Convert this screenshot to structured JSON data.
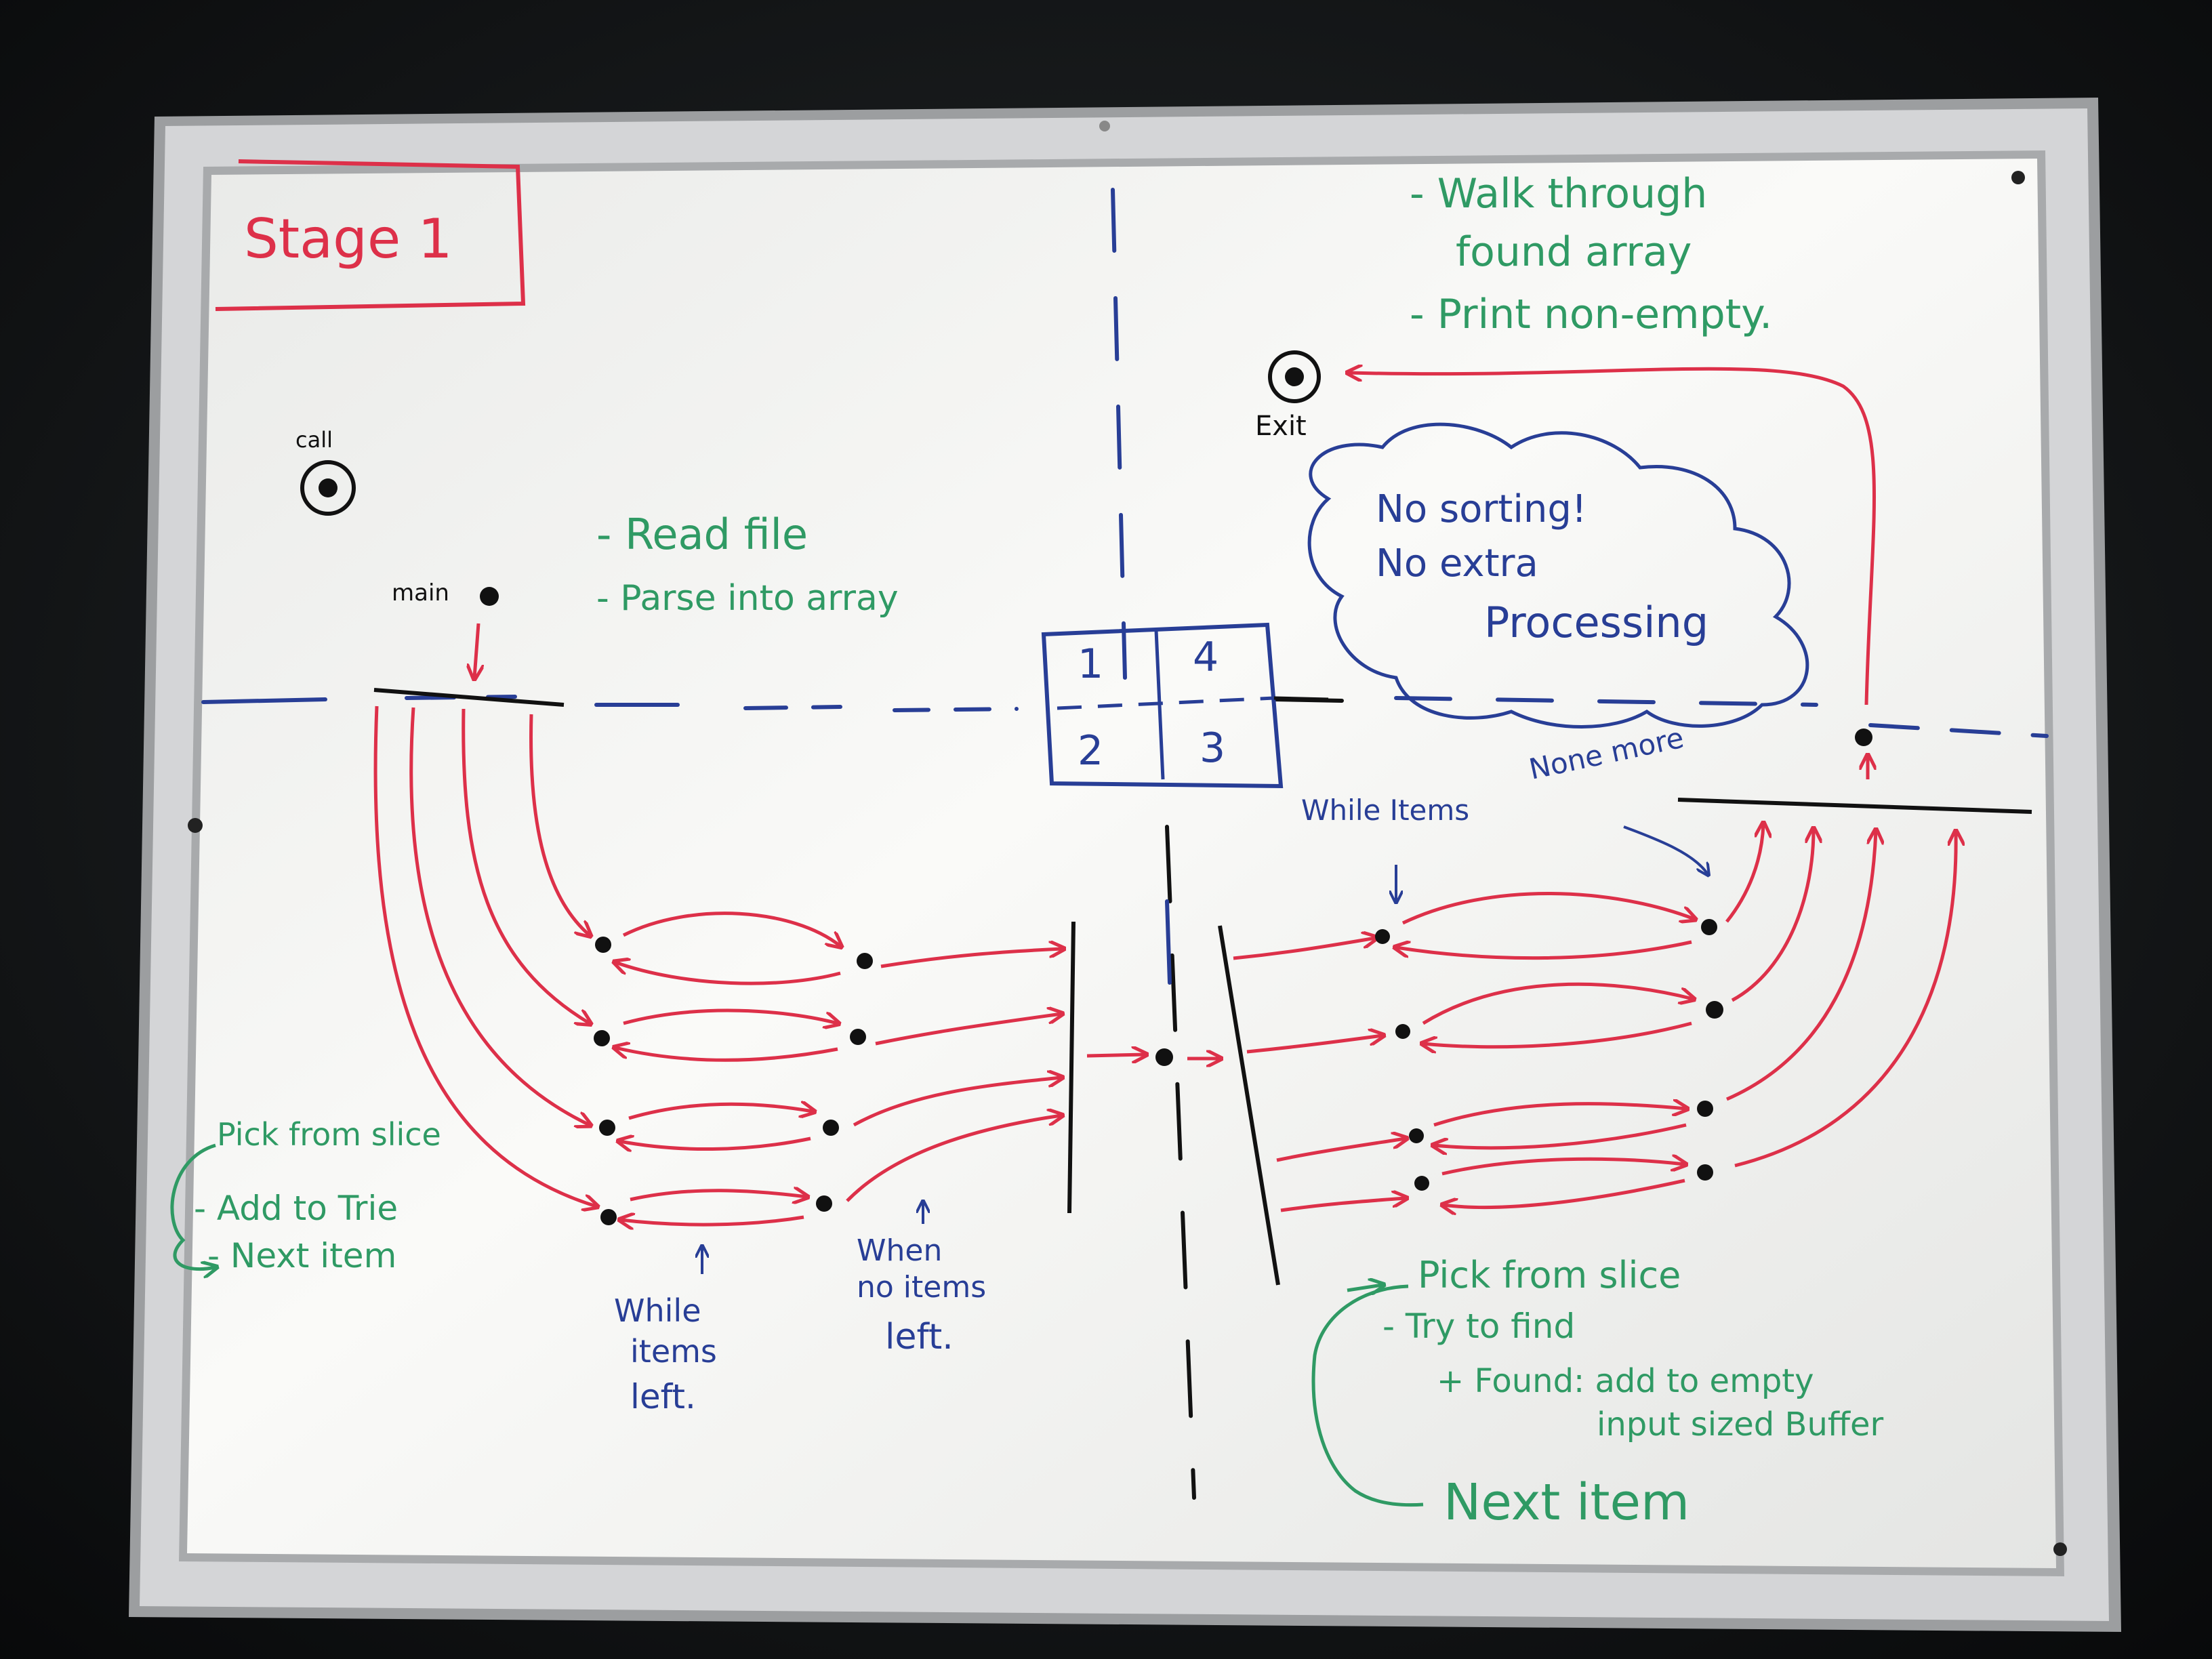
{
  "colors": {
    "ink_red": "#dd3049",
    "ink_green": "#2f9a64",
    "ink_blue": "#283e96",
    "ink_black": "#111111",
    "frame": "#c9cacc",
    "board": "#f3f3f1"
  },
  "title": "Stage 1",
  "labels": {
    "call": "call",
    "main": "main",
    "exit": "Exit",
    "none_more": "None more",
    "while_items_top": "While Items"
  },
  "quadrant_box": [
    "1",
    "4",
    "2",
    "3"
  ],
  "notes": {
    "top_right": [
      "- Walk through",
      "found array",
      "- Print non-empty."
    ],
    "read": [
      "- Read file",
      "- Parse into array"
    ],
    "cloud": [
      "No sorting!",
      "No extra",
      "Processing"
    ],
    "left_loop": [
      "Pick from slice",
      "- Add to Trie",
      "- Next item"
    ],
    "while_left": [
      "While",
      "items",
      "left."
    ],
    "when_left": [
      "When",
      "no items",
      "left."
    ],
    "right_loop": [
      "Pick from slice",
      "- Try to find",
      "+ Found: add to empty",
      "input sized Buffer",
      "Next item"
    ]
  }
}
